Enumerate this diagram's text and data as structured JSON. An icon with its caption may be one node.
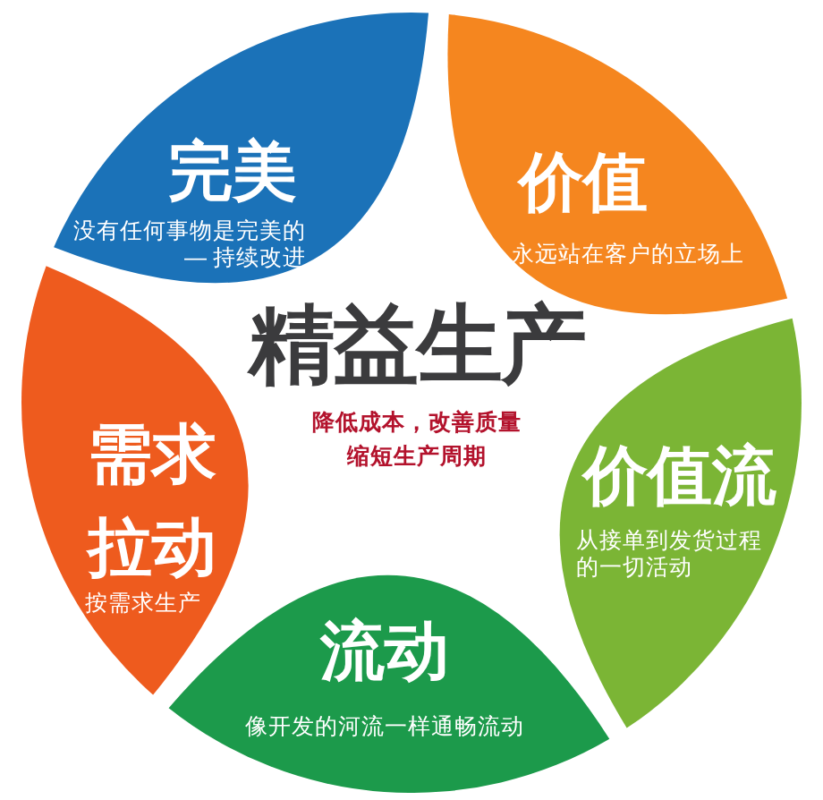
{
  "diagram": {
    "nodes": [
      {
        "text": [
          "完美",
          "没有任何事物是完美的— 持续改进"
        ]
      },
      {
        "text": [
          "价值",
          "永远站在客户的立场上"
        ]
      },
      {
        "text": [
          "精益生产",
          "降低成本，改善质量缩短生产周期"
        ]
      },
      {
        "text": [
          "价值流",
          "从接单到发货过程的一切活动"
        ]
      },
      {
        "text": [
          "需求拉动",
          "按需求生产"
        ]
      },
      {
        "text": [
          "流动",
          "像开发的河流一样通畅流动"
        ]
      }
    ]
  }
}
